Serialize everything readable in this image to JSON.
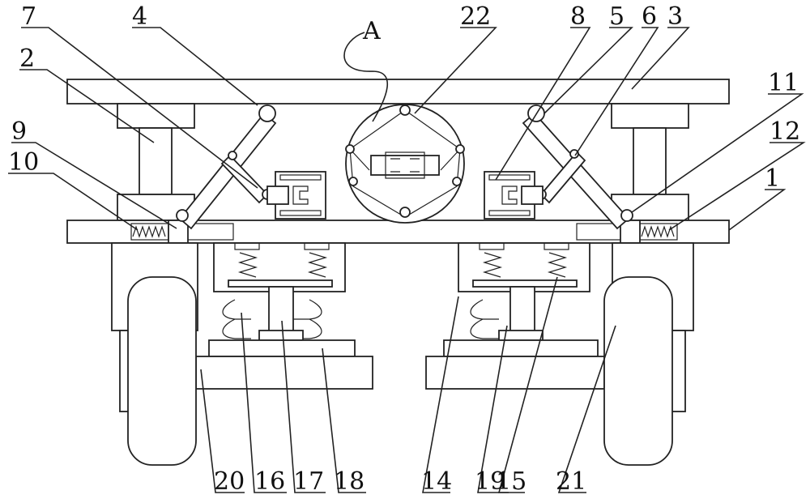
{
  "labels": {
    "l7": "7",
    "l4": "4",
    "lA": "A",
    "l22": "22",
    "l8": "8",
    "l5": "5",
    "l6": "6",
    "l3": "3",
    "l2": "2",
    "l11": "11",
    "l12": "12",
    "l9": "9",
    "l10": "10",
    "l1": "1",
    "l20": "20",
    "l16": "16",
    "l17": "17",
    "l18": "18",
    "l14": "14",
    "l19": "19",
    "l15": "15",
    "l21": "21"
  },
  "colors": {
    "stroke": "#222222",
    "background": "#ffffff"
  }
}
